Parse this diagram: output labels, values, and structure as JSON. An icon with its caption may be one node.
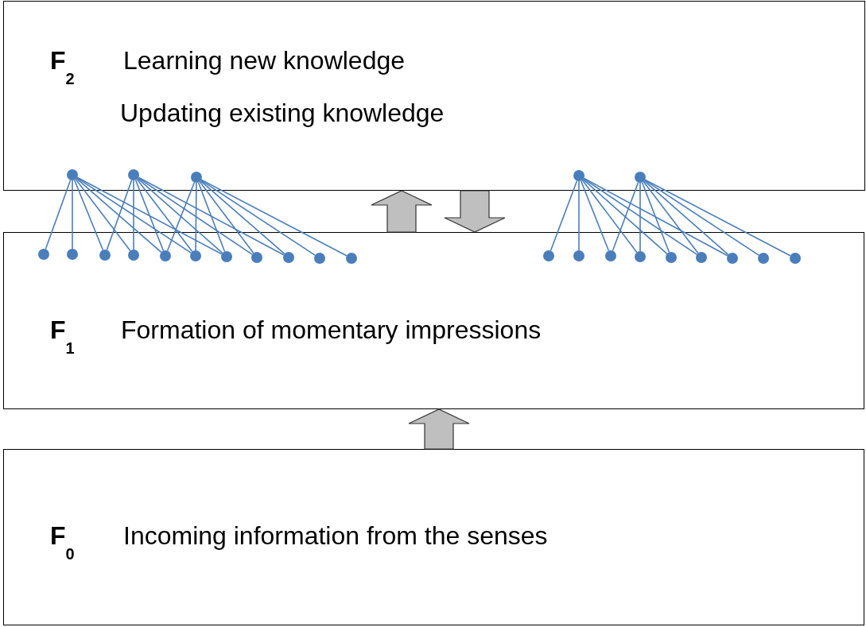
{
  "diagram": {
    "nodes": [
      {
        "text": [
          "F$_{2}$",
          "Learning new knowledge",
          "Updating existing knowledge"
        ]
      },
      {
        "text": [
          "F$_{1}$",
          "Formation of momentary impressions"
        ]
      },
      {
        "text": [
          "F$_{0}$",
          "Incoming information from the senses"
        ]
      },
      {
        "text": [],
        "shape": "circle",
        "in": 0
      },
      {
        "text": [],
        "shape": "circle",
        "in": 0
      },
      {
        "text": [],
        "shape": "circle",
        "in": 0
      },
      {
        "text": [],
        "shape": "circle",
        "in": 0
      },
      {
        "text": [],
        "shape": "circle",
        "in": 0
      },
      {
        "text": [],
        "shape": "circle",
        "in": 1
      },
      {
        "text": [],
        "shape": "circle",
        "in": 1
      },
      {
        "text": [],
        "shape": "circle",
        "in": 1
      },
      {
        "text": [],
        "shape": "circle",
        "in": 1
      },
      {
        "text": [],
        "shape": "circle",
        "in": 1
      },
      {
        "text": [],
        "shape": "circle",
        "in": 1
      },
      {
        "text": [],
        "shape": "circle",
        "in": 1
      },
      {
        "text": [],
        "shape": "circle",
        "in": 1
      },
      {
        "text": [],
        "shape": "circle",
        "in": 1
      },
      {
        "text": [],
        "shape": "circle",
        "in": 1
      },
      {
        "text": [],
        "shape": "circle",
        "in": 1
      },
      {
        "text": [],
        "shape": "circle",
        "in": 1
      },
      {
        "text": [],
        "shape": "circle",
        "in": 1
      },
      {
        "text": [],
        "shape": "circle",
        "in": 1
      },
      {
        "text": [],
        "shape": "circle",
        "in": 1
      },
      {
        "text": [],
        "shape": "circle",
        "in": 1
      },
      {
        "text": [],
        "shape": "circle",
        "in": 1
      },
      {
        "text": [],
        "shape": "circle",
        "in": 1
      },
      {
        "text": [],
        "shape": "circle",
        "in": 1
      },
      {
        "text": [],
        "shape": "circle",
        "in": 1
      }
    ],
    "edges": [
      {
        "from": 1,
        "to": 0,
        "arrow": "to",
        "style": "thick",
        "color": "#bfbfbf"
      },
      {
        "from": 0,
        "to": 1,
        "arrow": "to",
        "style": "thick",
        "color": "#bfbfbf"
      },
      {
        "from": 2,
        "to": 1,
        "arrow": "to",
        "style": "thick",
        "color": "#bfbfbf"
      },
      {
        "from": 3,
        "to": 8,
        "arrow": "none"
      },
      {
        "from": 3,
        "to": 9,
        "arrow": "none"
      },
      {
        "from": 3,
        "to": 10,
        "arrow": "none"
      },
      {
        "from": 3,
        "to": 11,
        "arrow": "none"
      },
      {
        "from": 3,
        "to": 12,
        "arrow": "none"
      },
      {
        "from": 3,
        "to": 13,
        "arrow": "none"
      },
      {
        "from": 3,
        "to": 14,
        "arrow": "none"
      },
      {
        "from": 4,
        "to": 10,
        "arrow": "none"
      },
      {
        "from": 4,
        "to": 11,
        "arrow": "none"
      },
      {
        "from": 4,
        "to": 12,
        "arrow": "none"
      },
      {
        "from": 4,
        "to": 13,
        "arrow": "none"
      },
      {
        "from": 4,
        "to": 14,
        "arrow": "none"
      },
      {
        "from": 4,
        "to": 15,
        "arrow": "none"
      },
      {
        "from": 4,
        "to": 16,
        "arrow": "none"
      },
      {
        "from": 5,
        "to": 12,
        "arrow": "none"
      },
      {
        "from": 5,
        "to": 13,
        "arrow": "none"
      },
      {
        "from": 5,
        "to": 14,
        "arrow": "none"
      },
      {
        "from": 5,
        "to": 15,
        "arrow": "none"
      },
      {
        "from": 5,
        "to": 16,
        "arrow": "none"
      },
      {
        "from": 5,
        "to": 17,
        "arrow": "none"
      },
      {
        "from": 5,
        "to": 18,
        "arrow": "none"
      },
      {
        "from": 6,
        "to": 19,
        "arrow": "none"
      },
      {
        "from": 6,
        "to": 20,
        "arrow": "none"
      },
      {
        "from": 6,
        "to": 21,
        "arrow": "none"
      },
      {
        "from": 6,
        "to": 22,
        "arrow": "none"
      },
      {
        "from": 6,
        "to": 23,
        "arrow": "none"
      },
      {
        "from": 6,
        "to": 24,
        "arrow": "none"
      },
      {
        "from": 6,
        "to": 25,
        "arrow": "none"
      },
      {
        "from": 7,
        "to": 21,
        "arrow": "none"
      },
      {
        "from": 7,
        "to": 22,
        "arrow": "none"
      },
      {
        "from": 7,
        "to": 23,
        "arrow": "none"
      },
      {
        "from": 7,
        "to": 24,
        "arrow": "none"
      },
      {
        "from": 7,
        "to": 25,
        "arrow": "none"
      },
      {
        "from": 7,
        "to": 26,
        "arrow": "none"
      },
      {
        "from": 7,
        "to": 27,
        "arrow": "none"
      }
    ]
  }
}
